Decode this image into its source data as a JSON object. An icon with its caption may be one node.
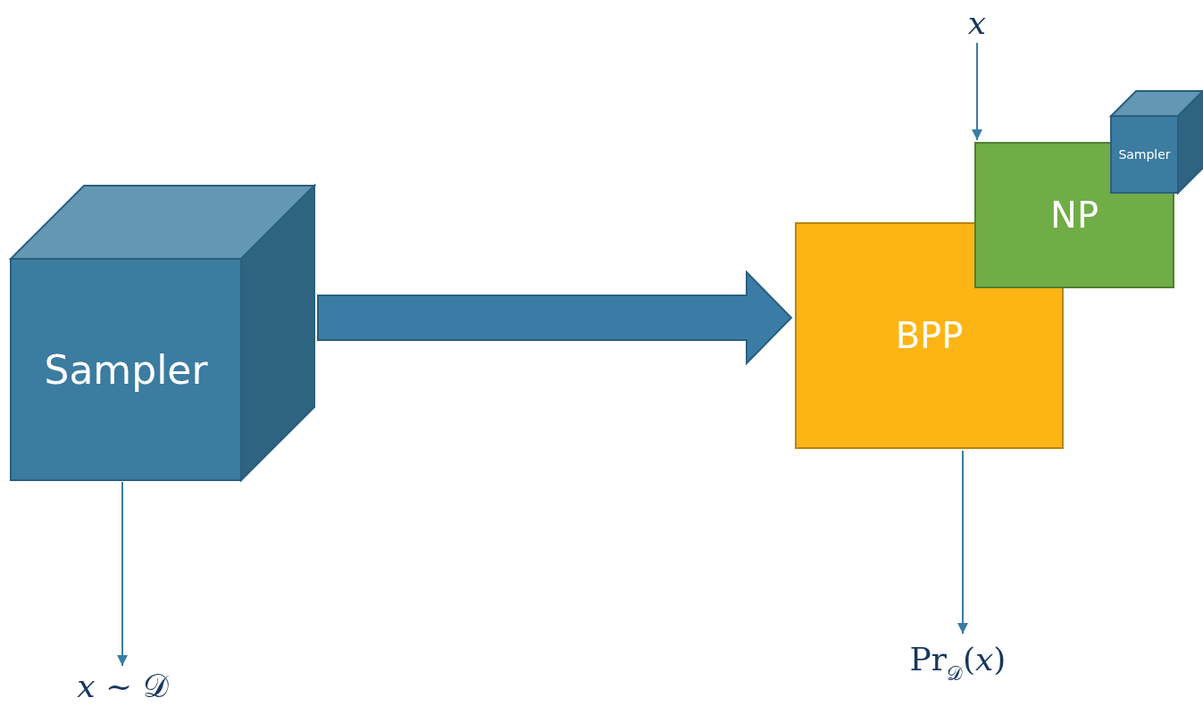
{
  "diagram": {
    "nodes": [
      {
        "text": [
          "Sampler"
        ]
      },
      {
        "text": [
          "𝑥 ~ 𝒟"
        ]
      },
      {
        "text": [
          "BPP"
        ]
      },
      {
        "text": [
          "NP"
        ]
      },
      {
        "text": [
          "Sampler"
        ]
      },
      {
        "text": [
          "𝑥"
        ]
      },
      {
        "text": [
          "Pr$_{𝒟}$(𝑥)"
        ]
      }
    ],
    "edges": [
      {
        "from": 0,
        "to": 1,
        "arrow": "to"
      },
      {
        "from": 0,
        "to": 2,
        "arrow": "to",
        "style": "thick"
      },
      {
        "from": 5,
        "to": 3,
        "arrow": "to"
      },
      {
        "from": 2,
        "to": 6,
        "arrow": "to"
      }
    ]
  }
}
